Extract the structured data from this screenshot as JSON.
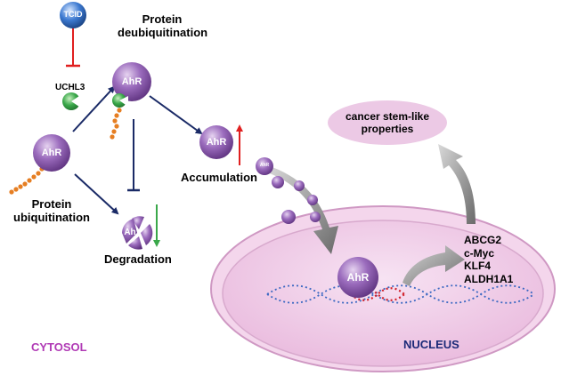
{
  "colors": {
    "ahr_fill": "#7d4d9c",
    "nucleus_fill": "#f1cfe8",
    "cytosol_label": "#b03ab5",
    "nucleus_label": "#1c2a78",
    "inhibit_red": "#e02020",
    "arrow_navy": "#1a2a66",
    "tcid_blue": "#2a5fa8",
    "ubiquitin": "#e67e22",
    "uchl3_green": "#3aa84a"
  },
  "labels": {
    "tcid": "TCID",
    "uchl3": "UCHL3",
    "deubiq_line1": "Protein",
    "deubiq_line2": "deubiquitination",
    "ubiq_line1": "Protein",
    "ubiq_line2": "ubiquitination",
    "accumulation": "Accumulation",
    "degradation": "Degradation",
    "cancer_line1": "cancer stem-like",
    "cancer_line2": "properties",
    "cytosol": "CYTOSOL",
    "nucleus": "NUCLEUS"
  },
  "molecules": {
    "ahr": "AhR",
    "ahr_small": "AhR",
    "ahr_broken": "Ah"
  },
  "genes": [
    "ABCG2",
    "c-Myc",
    "KLF4",
    "ALDH1A1"
  ]
}
